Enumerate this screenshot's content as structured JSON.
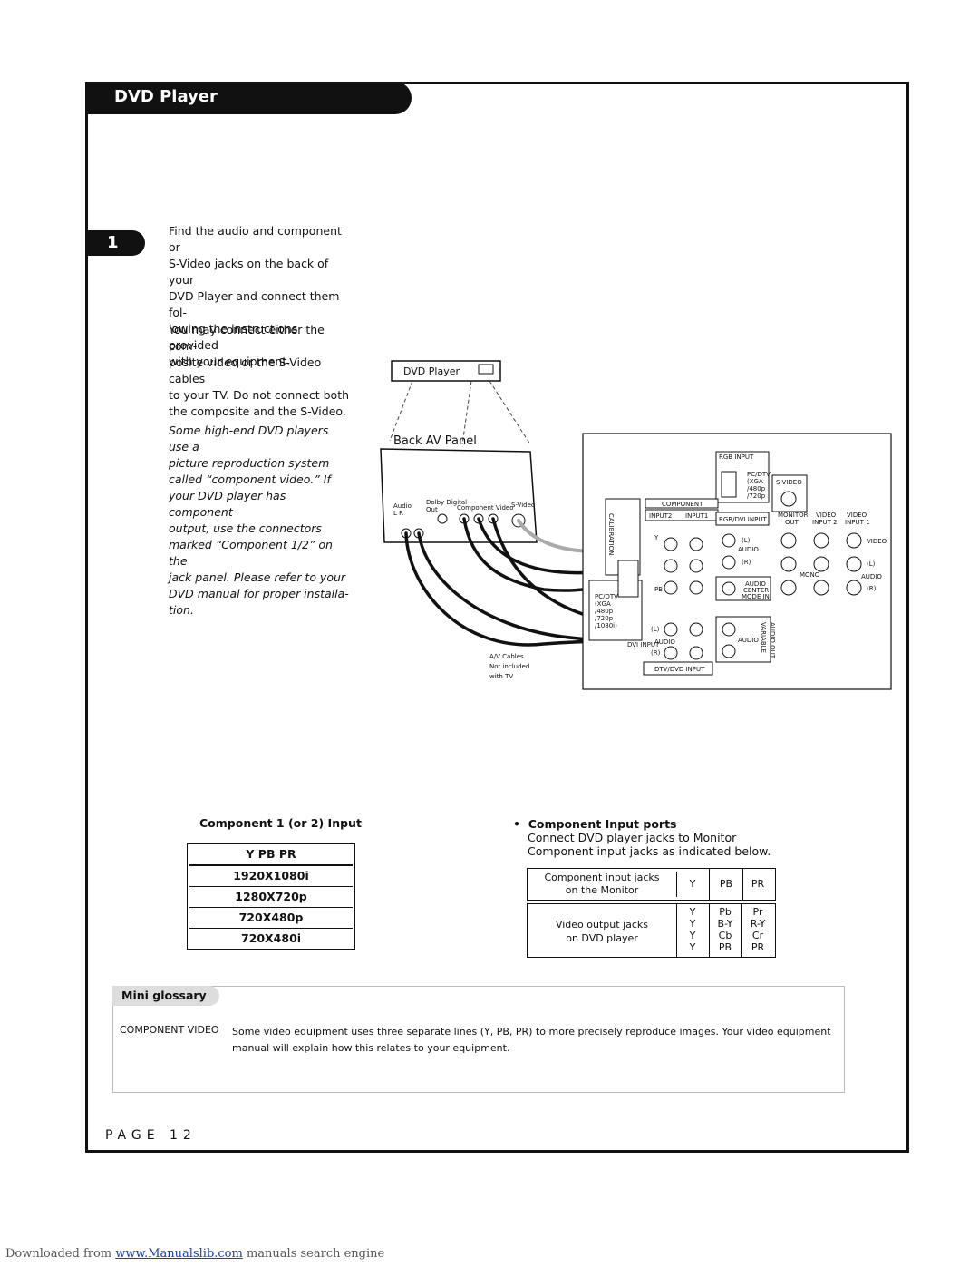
{
  "header": {
    "title": "DVD Player"
  },
  "step": {
    "number": "1",
    "para1": [
      "Find the audio and component or",
      "S-Video jacks on the back of your",
      "DVD Player and connect them fol-",
      "lowing the instructions provided",
      "with your equipment."
    ],
    "para2": [
      "You may connect either the com-",
      "posite video or the S-Video cables",
      "to your TV. Do not connect both",
      "the composite and the S-Video."
    ],
    "para3": [
      "Some high-end DVD players use a",
      "picture reproduction system",
      "called “component video.” If",
      "your DVD player has component",
      "output, use the connectors",
      "marked “Component 1/2” on the",
      "jack panel. Please refer to your",
      "DVD manual for proper installa-",
      "tion."
    ]
  },
  "diagram": {
    "dvd_label": "DVD Player",
    "panel_label": "Back AV Panel",
    "jack_audio": "Audio",
    "jack_lr": "L      R",
    "jack_dolby": "Dolby Digital",
    "jack_out": "Out",
    "jack_component": "Component Video",
    "jack_svideo": "S-Video",
    "cables_note": [
      "A/V Cables",
      "Not included",
      "with TV"
    ],
    "tv": {
      "rgb_input": "RGB INPUT",
      "pc_dtv": [
        "PC/DTV",
        "(XGA",
        "/480p",
        "/720p",
        "/1080i)"
      ],
      "s_video": "S-VIDEO",
      "component": "COMPONENT",
      "input2": "INPUT2",
      "input1": "INPUT1",
      "rgb_dvi": "RGB/DVI INPUT",
      "monitor": "MONITOR",
      "out": "OUT",
      "video": "VIDEO",
      "input_2": "INPUT 2",
      "input_1": "INPUT 1",
      "calibration": "CALIBRATION",
      "y": "Y",
      "pb": "PB",
      "l": "(L)",
      "audio": "AUDIO",
      "r": "(R)",
      "mono": "MONO",
      "video_s": "VIDEO",
      "audio_center": [
        "AUDIO",
        "CENTER",
        "MODE IN"
      ],
      "variable": "VARIABLE",
      "audio_out": "AUDIO OUT",
      "dvi_input": "DVI INPUT",
      "dtv_dvd_input": "DTV/DVD INPUT"
    }
  },
  "component_input": {
    "title": "Component 1 (or 2) Input",
    "header": "Y    PB    PR",
    "rows": [
      "1920X1080i",
      "1280X720p",
      "720X480p",
      "720X480i"
    ]
  },
  "ports": {
    "bullet": "•",
    "heading": "Component Input ports",
    "line1": "Connect DVD player jacks to Monitor",
    "line2": "Component input jacks as indicated below."
  },
  "table1": {
    "label": [
      "Component input jacks",
      "on the Monitor"
    ],
    "cols": [
      "Y",
      "PB",
      "PR"
    ]
  },
  "table2": {
    "label": [
      "Video output jacks",
      "on DVD player"
    ],
    "rows": [
      [
        "Y",
        "Pb",
        "Pr"
      ],
      [
        "Y",
        "B-Y",
        "R-Y"
      ],
      [
        "Y",
        "Cb",
        "Cr"
      ],
      [
        "Y",
        "PB",
        "PR"
      ]
    ]
  },
  "glossary": {
    "title": "Mini glossary",
    "term": "COMPONENT VIDEO",
    "definition": "Some video equipment uses three separate lines (Y, PB, PR) to more precisely reproduce images. Your video equipment manual will explain how this relates to your equipment."
  },
  "page_label": "PAGE 12",
  "footer": {
    "prefix": "Downloaded from ",
    "link": "www.Manualslib.com",
    "suffix": " manuals search engine"
  }
}
